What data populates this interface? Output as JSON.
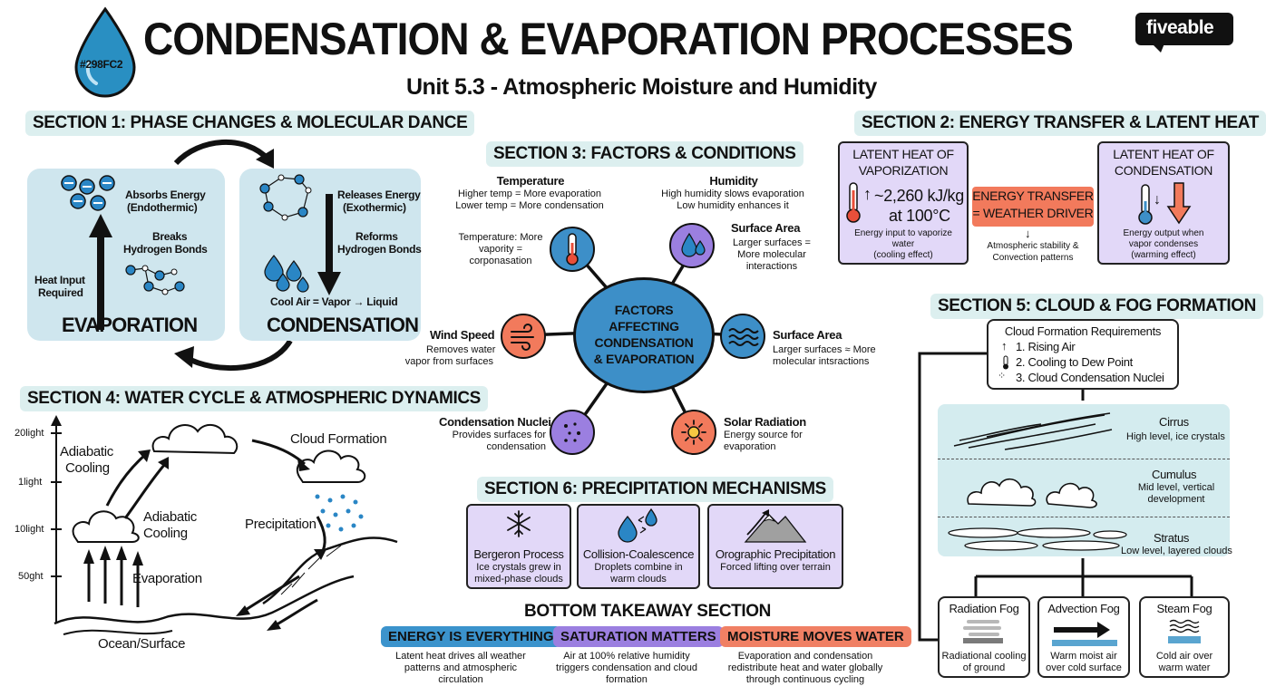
{
  "header": {
    "title": "CONDENSATION & EVAPORATION PROCESSES",
    "subtitle": "Unit 5.3 - Atmospheric Moisture and Humidity",
    "drop_label": "#298FC2",
    "logo": "fiveable"
  },
  "section1": {
    "heading": "SECTION 1: PHASE CHANGES & MOLECULAR DANCE",
    "evaporation": {
      "absorbs": "Absorbs Energy",
      "endo": "(Endothermic)",
      "breaks1": "Breaks",
      "breaks2": "Hydrogen Bonds",
      "heat1": "Heat Input",
      "heat2": "Required",
      "label": "EVAPORATION"
    },
    "condensation": {
      "releases": "Releases Energy",
      "exo": "(Exothermic)",
      "reforms1": "Reforms",
      "reforms2": "Hydrogen Bonds",
      "cool": "Cool Air = Vapor → Liquid",
      "label": "CONDENSATION"
    }
  },
  "section2": {
    "heading": "SECTION 2: ENERGY TRANSFER & LATENT HEAT",
    "vap_title1": "LATENT HEAT OF",
    "vap_title2": "VAPORIZATION",
    "vap_value1": "~2,260 kJ/kg",
    "vap_value2": "at 100°C",
    "vap_note1": "Energy input to vaporize",
    "vap_note2": "water",
    "vap_note3": "(cooling effect)",
    "transfer1": "ENERGY TRANSFER",
    "transfer2": "= WEATHER DRIVER",
    "stab1": "Atmospheric stability &",
    "stab2": "Convection patterns",
    "cond_title1": "LATENT HEAT OF",
    "cond_title2": "CONDENSATION",
    "cond_note1": "Energy output when",
    "cond_note2": "vapor condenses",
    "cond_note3": "(warming effect)"
  },
  "section3": {
    "heading": "SECTION 3: FACTORS & CONDITIONS",
    "center1": "FACTORS",
    "center2": "AFFECTING",
    "center3": "CONDENSATION",
    "center4": "& EVAPORATION",
    "temperature": {
      "title": "Temperature",
      "l1": "Higher temp = More evaporation",
      "l2": "Lower temp = More condensation"
    },
    "humidity": {
      "title": "Humidity",
      "l1": "High humidity slows evaporation",
      "l2": "Low humidity enhances it"
    },
    "tempnode": {
      "l1": "Temperature: More",
      "l2": "vapority =",
      "l3": "corponasation"
    },
    "surface1": {
      "title": "Surface Area",
      "l1": "Larger surfaces =",
      "l2": "More molecular",
      "l3": "interactions"
    },
    "wind": {
      "title": "Wind Speed",
      "l1": "Removes water",
      "l2": "vapor from surfaces"
    },
    "surface2": {
      "title": "Surface Area",
      "l1": "Larger surfaces ≈ More",
      "l2": "molecular intsractions"
    },
    "nuclei": {
      "title": "Condensation Nuclei",
      "l1": "Provides surfaces for",
      "l2": "condensation"
    },
    "solar": {
      "title": "Solar Radiation",
      "l1": "Energy source for",
      "l2": "evaporation"
    }
  },
  "section4": {
    "heading": "SECTION 4: WATER CYCLE & ATMOSPHERIC DYNAMICS",
    "y_ticks": [
      "20light",
      "1light",
      "10light",
      "50ght"
    ],
    "adiabatic_top1": "Adiabatic",
    "adiabatic_top2": "Cooling",
    "adiabatic_mid1": "Adiabatic",
    "adiabatic_mid2": "Cooling",
    "cloud_formation": "Cloud Formation",
    "precipitation": "Precipitation",
    "evaporation": "Evaporation",
    "ocean": "Ocean/Surface"
  },
  "section5": {
    "heading": "SECTION 5: CLOUD & FOG FORMATION",
    "req_title": "Cloud Formation Requirements",
    "req1": "1. Rising Air",
    "req2": "2. Cooling to Dew Point",
    "req3": "3. Cloud Condensation Nuclei",
    "cirrus": {
      "name": "Cirrus",
      "desc": "High level, ice crystals"
    },
    "cumulus": {
      "name": "Cumulus",
      "desc1": "Mid level, vertical",
      "desc2": "development"
    },
    "stratus": {
      "name": "Stratus",
      "desc": "Low level, layered clouds"
    },
    "fog1": {
      "name": "Radiation Fog",
      "d1": "Radiational cooling",
      "d2": "of ground"
    },
    "fog2": {
      "name": "Advection Fog",
      "d1": "Warm moist air",
      "d2": "over cold surface"
    },
    "fog3": {
      "name": "Steam Fog",
      "d1": "Cold air over",
      "d2": "warm water"
    }
  },
  "section6": {
    "heading": "SECTION 6: PRECIPITATION MECHANISMS",
    "bergeron": {
      "title": "Bergeron Process",
      "l1": "Ice crystals grew in",
      "l2": "mixed-phase clouds"
    },
    "collision": {
      "title": "Collision-Coalescence",
      "l1": "Droplets combine in",
      "l2": "warm clouds"
    },
    "orographic": {
      "title": "Orographic Precipitation",
      "l1": "Forced lifting over terrain"
    }
  },
  "takeaway": {
    "heading": "BOTTOM TAKEAWAY SECTION",
    "energy": {
      "label": "ENERGY IS EVERYTHING",
      "l1": "Latent heat drives all weather",
      "l2": "patterns and atmospheric",
      "l3": "circulation"
    },
    "saturation": {
      "label": "SATURATION MATTERS",
      "l1": "Air at 100% relative humidity",
      "l2": "triggers condensation and cloud",
      "l3": "formation"
    },
    "moisture": {
      "label": "MOISTURE MOVES WATER",
      "l1": "Evaporation and condensation",
      "l2": "redistribute heat and water globally",
      "l3": "through continuous cycling"
    }
  },
  "colors": {
    "accent_blue": "#298FC2",
    "panel_blue": "#cfe6ee",
    "section_bg": "#dcefef",
    "purple": "#e2d8f8",
    "orange_pill": "#f47a5c",
    "energy_pill": "#3b93cc",
    "saturation_pill": "#9b7fe0",
    "moisture_pill": "#f08064"
  }
}
